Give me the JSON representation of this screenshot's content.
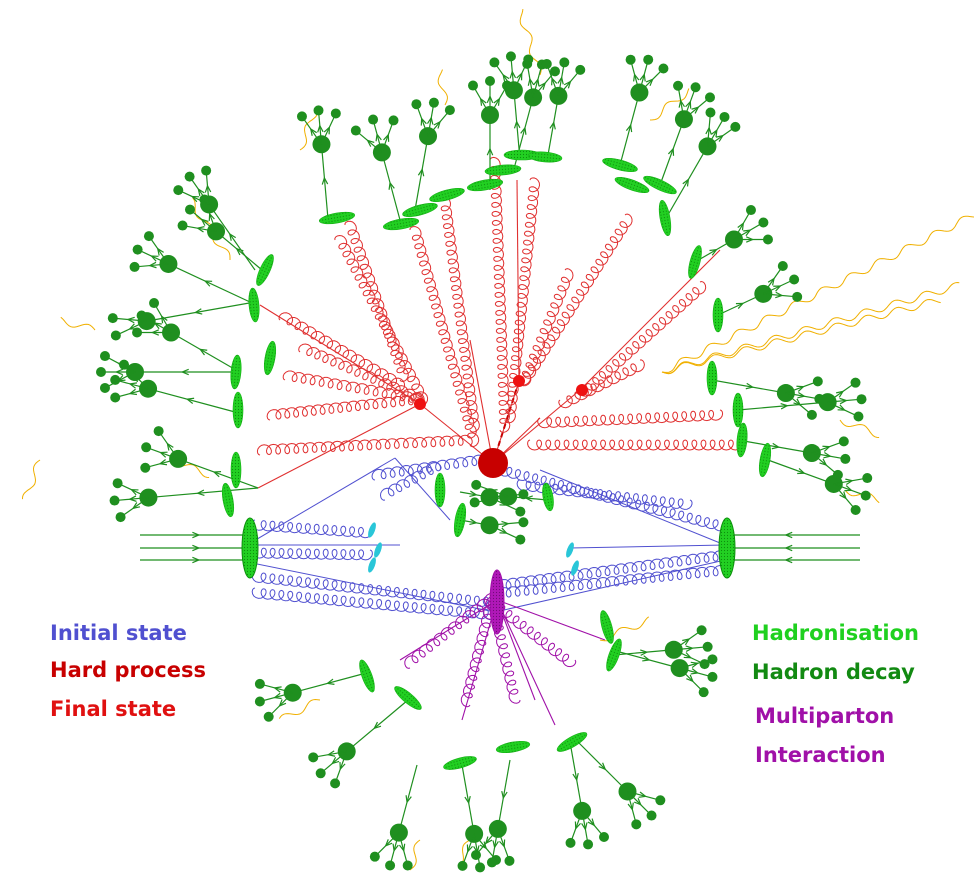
{
  "legend": {
    "initial_state": "Initial state",
    "hard_process": "Hard process",
    "final_state": "Final state",
    "hadronisation": "Hadronisation",
    "hadron_decay": "Hadron decay",
    "multiparton_line1": "Multiparton",
    "multiparton_line2": "Interaction"
  },
  "colors": {
    "initial_state": "#5050d0",
    "hard_process": "#c80000",
    "final_state": "#e01010",
    "hadronisation": "#1fd01f",
    "hadron_decay": "#128a12",
    "multiparton": "#a010a8",
    "parton_line_red": "#e03030",
    "beam_remnant": "#29c6d8",
    "photon": "#f0b000",
    "hadron_node": "#1f8f1f",
    "hadron_node_dark": "#0f6e0f"
  }
}
